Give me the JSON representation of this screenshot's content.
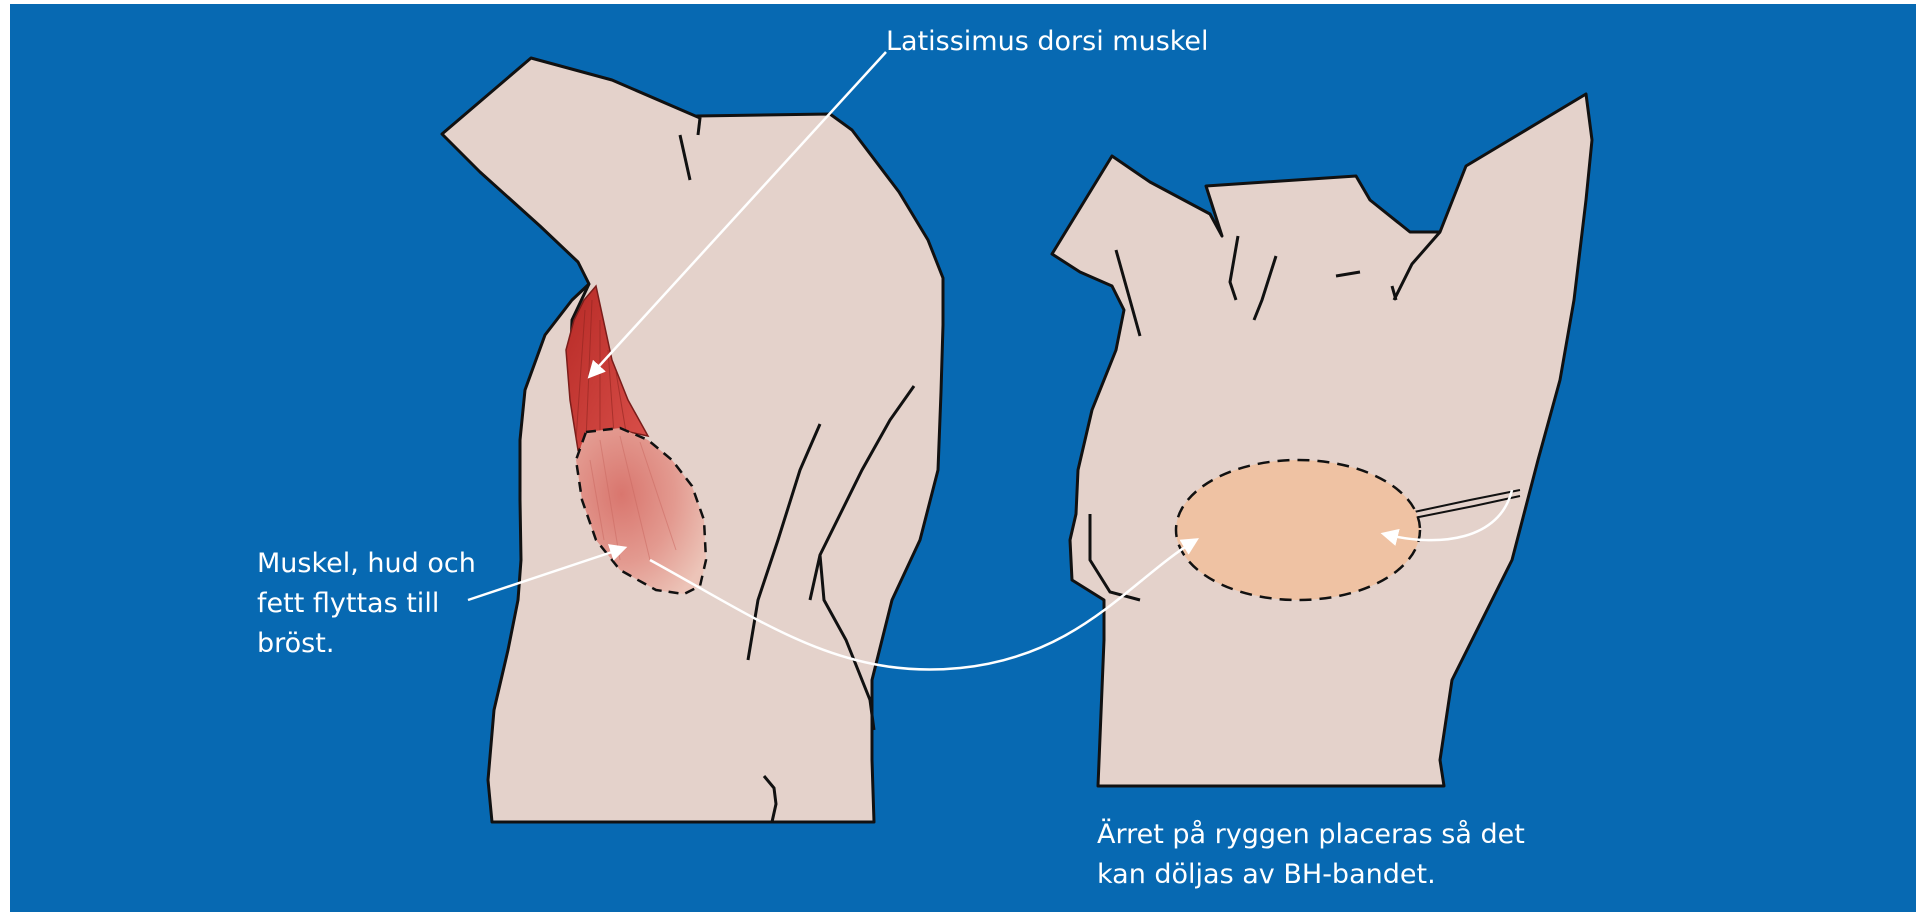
{
  "labels": {
    "muscle": "Latissimus dorsi muskel",
    "flap_lines": [
      "Muskel, hud och",
      "fett flyttas till",
      "bröst."
    ],
    "scar_lines": [
      "Ärret på ryggen placeras så det",
      "kan döljas av BH-bandet."
    ]
  },
  "colors": {
    "background": "#0769b2",
    "skin": "#e4d2cb",
    "outline": "#111111",
    "muscle": "#cc3b35",
    "flap": "#e08a82",
    "scar": "#efc2a3",
    "arrows": "#ffffff"
  }
}
